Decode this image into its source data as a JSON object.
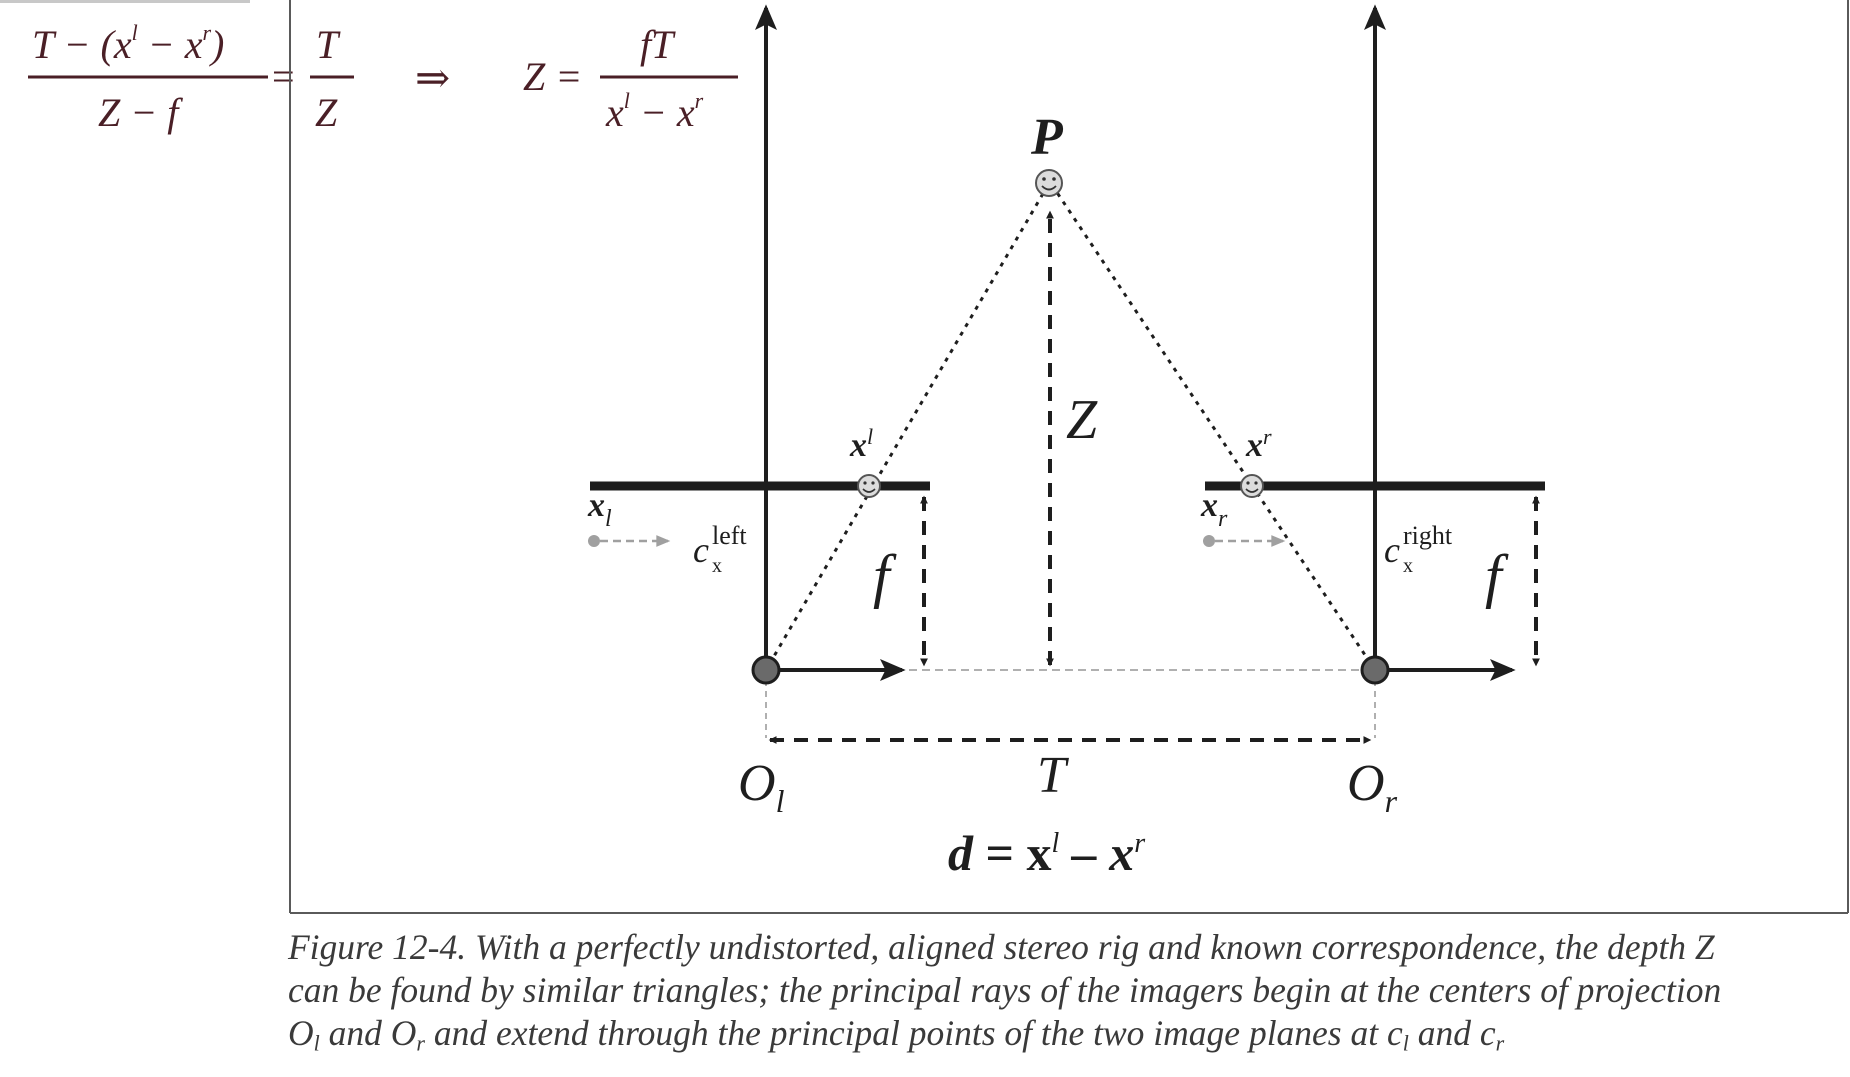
{
  "equation": {
    "lhs_numerator": "T − (x",
    "lhs_num_sup_l": "l",
    "lhs_num_minus": " − x",
    "lhs_num_sup_r": "r",
    "lhs_num_close": ")",
    "lhs_denominator": "Z − f",
    "equals": "=",
    "rhs_numerator": "T",
    "rhs_denominator": "Z",
    "implies": "⇒",
    "z_lhs": "Z =",
    "frac2_numerator": "fT",
    "frac2_den_x": "x",
    "frac2_den_sup_l": "l",
    "frac2_den_minus": " − x",
    "frac2_den_sup_r": "r"
  },
  "diagram": {
    "point_p": "P",
    "depth_z": "Z",
    "x_left_sup": "l",
    "x_right_sup": "r",
    "x_base": "x",
    "xl_axis": "x",
    "xl_axis_sub": "l",
    "xr_axis": "x",
    "xr_axis_sub": "r",
    "cx_base": "c",
    "cx_sub": "x",
    "cx_left_sup": "left",
    "cx_right_sup": "right",
    "focal_left": "f",
    "focal_right": "f",
    "ol": "O",
    "ol_sub": "l",
    "or": "O",
    "or_sub": "r",
    "baseline_t": "T",
    "disparity_d": "d",
    "disparity_eq": " = x",
    "disparity_sup_l": "l",
    "disparity_minus": " – x",
    "disparity_sup_r": "r"
  },
  "caption": {
    "line1": "Figure 12-4. With a perfectly undistorted, aligned stereo rig and known correspondence, the depth Z",
    "line2": "can be found by similar triangles; the principal rays of the imagers begin at the centers of projection",
    "line3_a": "O",
    "line3_a_sub": "l",
    "line3_b": " and O",
    "line3_b_sub": "r",
    "line3_c": " and extend through the principal points of the two image planes at c",
    "line3_c_sub": "l",
    "line3_d": " and c",
    "line3_d_sub": "r"
  },
  "colors": {
    "equation": "#4a1f26",
    "diagram_ink": "#1e1e1e",
    "guide_gray": "#a0a0a0",
    "caption": "#3a3a3a"
  }
}
